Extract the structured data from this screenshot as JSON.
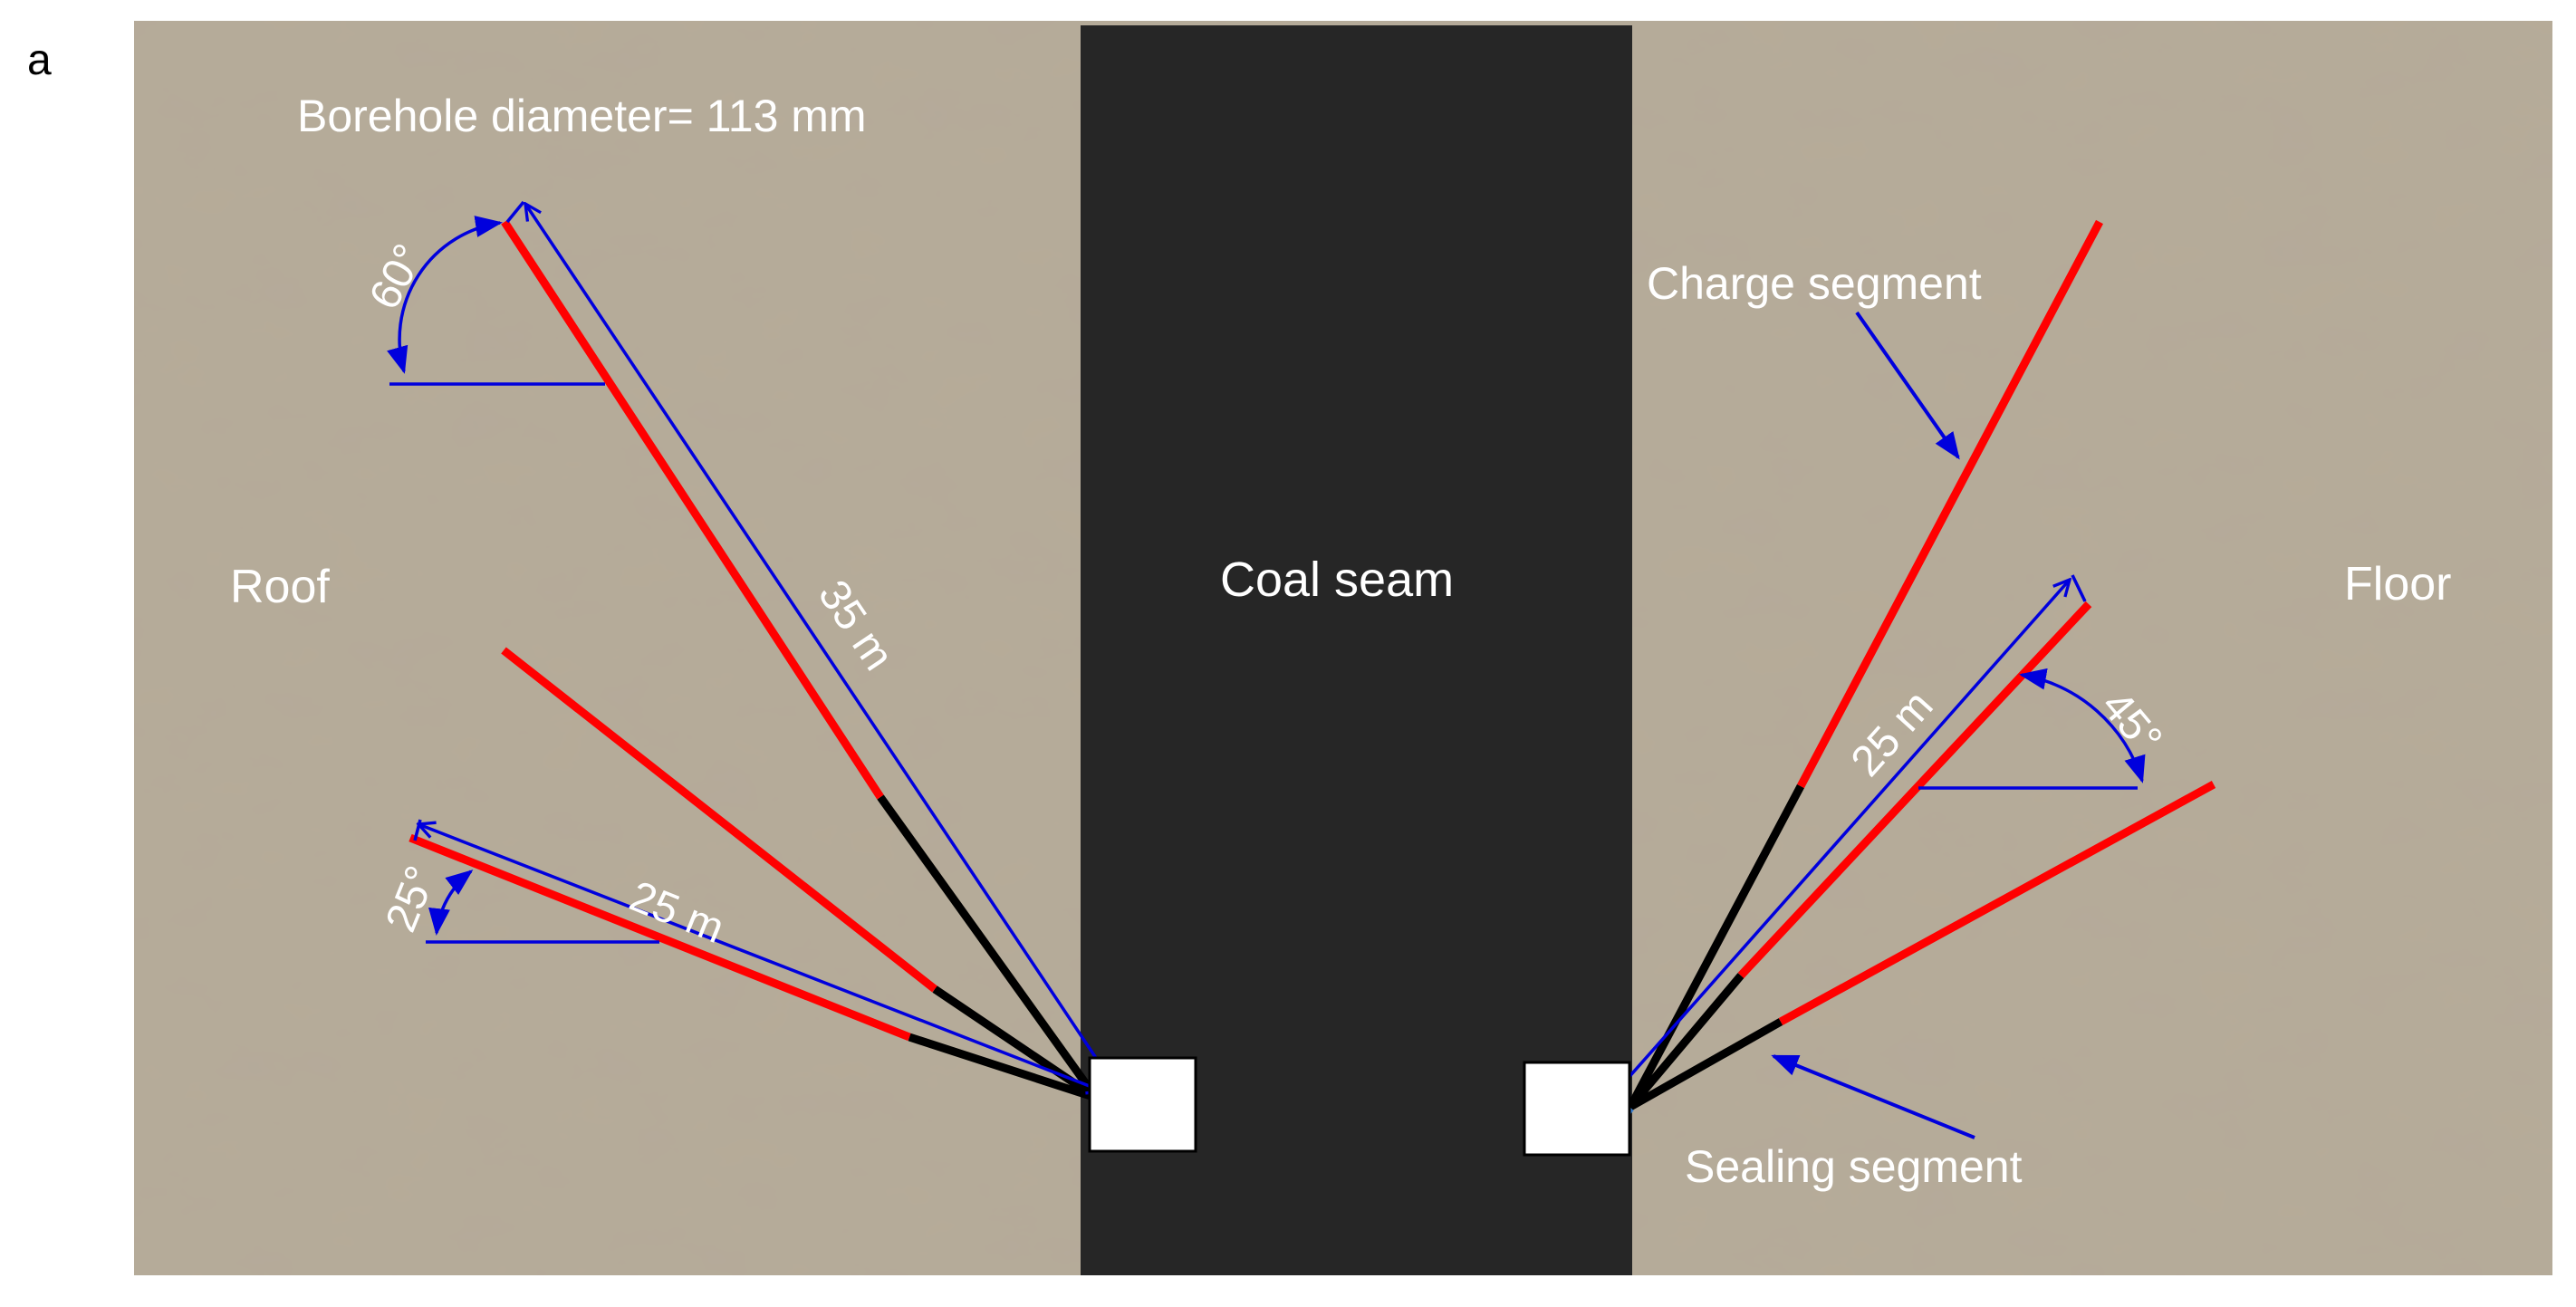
{
  "figure": {
    "panel_label": "a",
    "title_text": "Borehole diameter= 113 mm",
    "roof_label": "Roof",
    "coal_seam_label": "Coal seam",
    "floor_label": "Floor",
    "charge_segment_label": "Charge segment",
    "sealing_segment_label": "Sealing segment",
    "angles": {
      "left_top": "60°",
      "left_bottom": "25°",
      "right": "45°"
    },
    "lengths": {
      "left_top": "35 m",
      "left_bottom": "25 m",
      "right": "25 m"
    }
  },
  "colors": {
    "rock": "#b6ab98",
    "coal": "#262626",
    "charge": "#ff0000",
    "sealing": "#000000",
    "dimension": "#0000dd",
    "label_text": "#ffffff"
  }
}
